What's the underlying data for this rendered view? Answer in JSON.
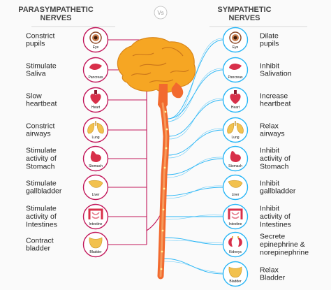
{
  "header": {
    "left_title": [
      "PARASYMPATHETIC",
      "NERVES"
    ],
    "vs_label": "Vs",
    "right_title": [
      "SYMPATHETIC",
      "NERVES"
    ]
  },
  "rows": [
    {
      "organ": "Eye",
      "left": [
        "Constrict",
        "pupils"
      ],
      "right": [
        "Dilate",
        "pupils"
      ]
    },
    {
      "organ": "Pancreas",
      "left": [
        "Stimulate",
        "Saliva"
      ],
      "right": [
        "Inhibit",
        "Salivation"
      ]
    },
    {
      "organ": "Heart",
      "left": [
        "Slow",
        "heartbeat"
      ],
      "right": [
        "Increase",
        "heartbeat"
      ]
    },
    {
      "organ": "Lung",
      "left": [
        "Constrict",
        "airways"
      ],
      "right": [
        "Relax",
        "airways"
      ]
    },
    {
      "organ": "Stomach",
      "left": [
        "Stimulate",
        "activity of",
        "Stomach"
      ],
      "right": [
        "Inhibit",
        "activity of",
        "Stomach"
      ]
    },
    {
      "organ": "Liver",
      "left": [
        "Stimulate",
        "gallbladder"
      ],
      "right": [
        "Inhibit",
        "gallbladder"
      ]
    },
    {
      "organ": "Intestine",
      "left": [
        "Stimulate",
        "activity of",
        "Intestines"
      ],
      "right": [
        "Inhibit",
        "activity of",
        "Intestines"
      ]
    },
    {
      "organ": "Bladder",
      "left": [
        "Contract",
        "bladder"
      ],
      "right": null
    },
    {
      "organ": "Kidneys",
      "left": null,
      "right": [
        "Secrete",
        "epinephrine &",
        "norepinephrine"
      ]
    },
    {
      "organ": "Bladder",
      "left": null,
      "right": [
        "Relax",
        "Bladder"
      ]
    }
  ],
  "colors": {
    "parasympathetic_line": "#c2185b",
    "sympathetic_line": "#29b6f6",
    "brain": "#f6a623",
    "spine": "#f26a2e",
    "organ_fill": "#d8304a",
    "organ_yellow": "#f2c14e"
  },
  "icons": {
    "Eye": "eye-icon",
    "Pancreas": "pancreas-icon",
    "Heart": "heart-icon",
    "Lung": "lung-icon",
    "Stomach": "stomach-icon",
    "Liver": "liver-icon",
    "Intestine": "intestine-icon",
    "Bladder": "bladder-icon",
    "Kidneys": "kidneys-icon"
  }
}
